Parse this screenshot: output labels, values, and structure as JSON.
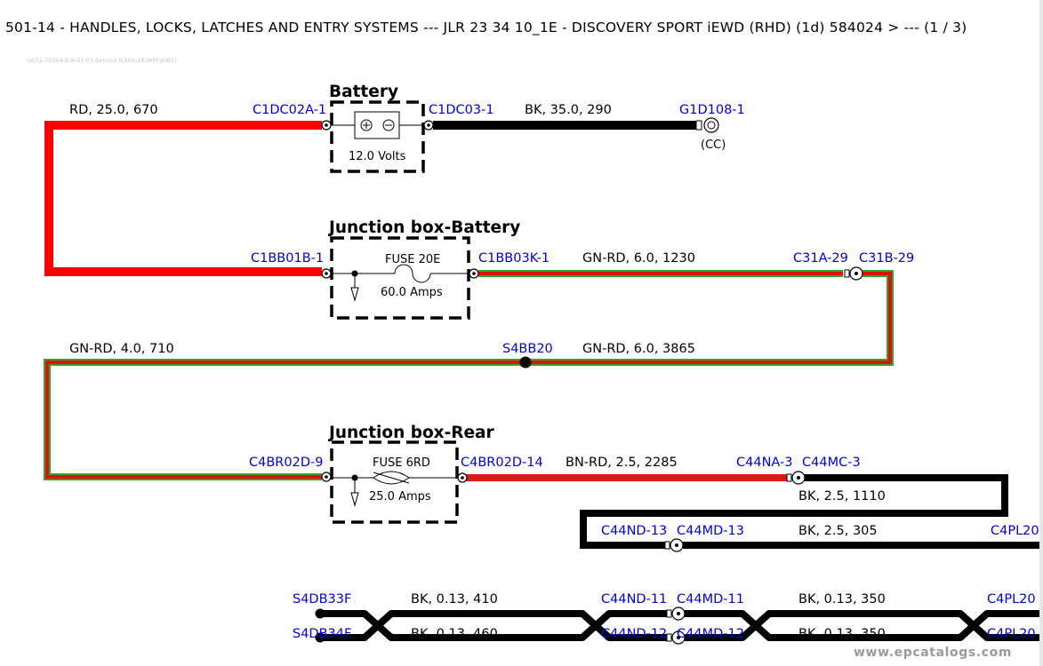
{
  "header": {
    "title": "501-14 - HANDLES, LOCKS, LATCHES AND ENTRY SYSTEMS --- JLR 23 34 10_1E - DISCOVERY SPORT iEWD (RHD) (1d) 584024 > --- (1 / 3)",
    "subtitle": "GK72-70354-B-A-01-03-Service (L550-16.5MY-JOB1)"
  },
  "colors": {
    "red": "#ff0000",
    "green": "#2da82d",
    "black": "#000000",
    "connector_text": "#0000d8",
    "bn": "#d84020"
  },
  "components": {
    "battery": {
      "title": "Battery",
      "rating": "12.0 Volts"
    },
    "jb_battery": {
      "title": "Junction box-Battery",
      "fuse": "FUSE 20E",
      "rating": "60.0 Amps"
    },
    "jb_rear": {
      "title": "Junction box-Rear",
      "fuse": "FUSE 6RD",
      "rating": "25.0 Amps"
    },
    "ground": {
      "id": "G1D108-1",
      "note": "(CC)"
    }
  },
  "connectors": {
    "c1dc02a": "C1DC02A-1",
    "c1dc03": "C1DC03-1",
    "c1bb01b": "C1BB01B-1",
    "c1bb03k": "C1BB03K-1",
    "c31a": "C31A-29",
    "c31b": "C31B-29",
    "s4bb20": "S4BB20",
    "c4br02d9": "C4BR02D-9",
    "c4br02d14": "C4BR02D-14",
    "c44na": "C44NA-3",
    "c44mc": "C44MC-3",
    "c44nd13": "C44ND-13",
    "c44md13": "C44MD-13",
    "c4pl20_a": "C4PL20",
    "s4db33f": "S4DB33F",
    "s4db34f": "S4DB34F",
    "c44nd11": "C44ND-11",
    "c44md11": "C44MD-11",
    "c44nd12": "C44ND-12",
    "c44md12": "C44MD-12",
    "c4pl20_b": "C4PL20",
    "c4pl20_c": "C4PL20"
  },
  "wires": {
    "w1": "RD,  25.0,  670",
    "w2": "BK,  35.0,  290",
    "w3": "GN-RD,  6.0,  1230",
    "w4": "GN-RD,  4.0,  710",
    "w5": "GN-RD,  6.0,  3865",
    "w6": "BN-RD,  2.5,  2285",
    "w7": "BK,  2.5,  1110",
    "w8": "BK,  2.5,  305",
    "w9": "BK,  0.13,  410",
    "w10": "BK,  0.13,  460",
    "w11": "BK,  0.13,  350",
    "w12": "BK,  0.13,  350"
  },
  "watermark": "www.epcatalogs.com"
}
